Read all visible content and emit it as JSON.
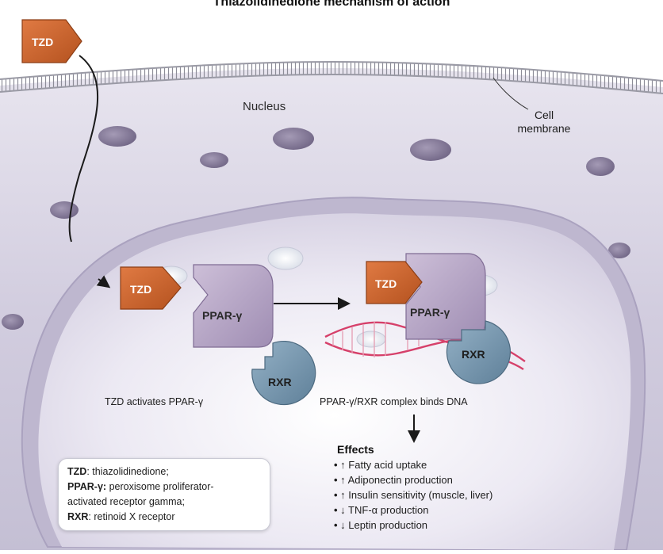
{
  "title": "Thiazolidinedione mechanism of action",
  "labels": {
    "nucleus": "Nucleus",
    "cell_membrane_line1": "Cell",
    "cell_membrane_line2": "membrane",
    "tzd": "TZD",
    "ppar": "PPAR-γ",
    "rxr": "RXR",
    "step1_caption": "TZD activates PPAR-γ",
    "step2_caption": "PPAR-γ/RXR complex binds DNA"
  },
  "effects": {
    "title": "Effects",
    "items": [
      "↑ Fatty acid uptake",
      "↑ Adiponectin production",
      "↑ Insulin sensitivity (muscle, liver)",
      "↓ TNF-α production",
      "↓ Leptin production"
    ]
  },
  "legend": [
    {
      "term": "TZD",
      "definition": ": thiazolidinedione;"
    },
    {
      "term": "PPAR-γ:",
      "definition": " peroxisome proliferator-"
    },
    {
      "term": "",
      "definition": "activated receptor gamma;"
    },
    {
      "term": "RXR",
      "definition": ": retinoid X receptor"
    }
  ],
  "colors": {
    "tzd_fill": "#c9622f",
    "ppar_fill": "#b7a6c6",
    "rxr_fill": "#7c9bb3",
    "cytoplasm": "#cdc9da",
    "nucleus": "#ddd8e8",
    "dna_pink": "#d6406a"
  }
}
